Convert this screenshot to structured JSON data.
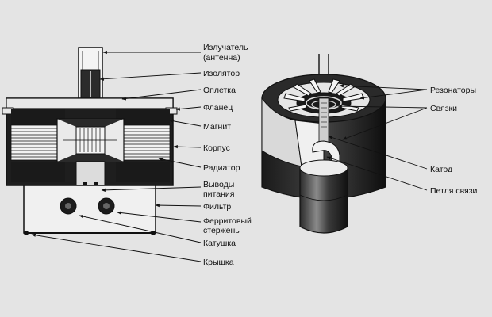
{
  "diagram": {
    "left_labels": {
      "emitter_line1": "Излучатель",
      "emitter_line2": "(антенна)",
      "insulator": "Изолятор",
      "braid": "Оплетка",
      "flange": "Фланец",
      "magnet": "Магнит",
      "housing": "Корпус",
      "radiator": "Радиатор",
      "leads_line1": "Выводы",
      "leads_line2": "питания",
      "filter": "Фильтр",
      "ferrite_line1": "Ферритовый",
      "ferrite_line2": "стержень",
      "coil": "Катушка",
      "cover": "Крышка"
    },
    "right_labels": {
      "resonators": "Резонаторы",
      "straps": "Связки",
      "cathode": "Катод",
      "coupling_loop": "Петля связи"
    }
  },
  "colors": {
    "background": "#e4e4e4",
    "ink": "#111111",
    "dark_fill": "#1e1e1e",
    "light_fill": "#f2f2f2"
  }
}
